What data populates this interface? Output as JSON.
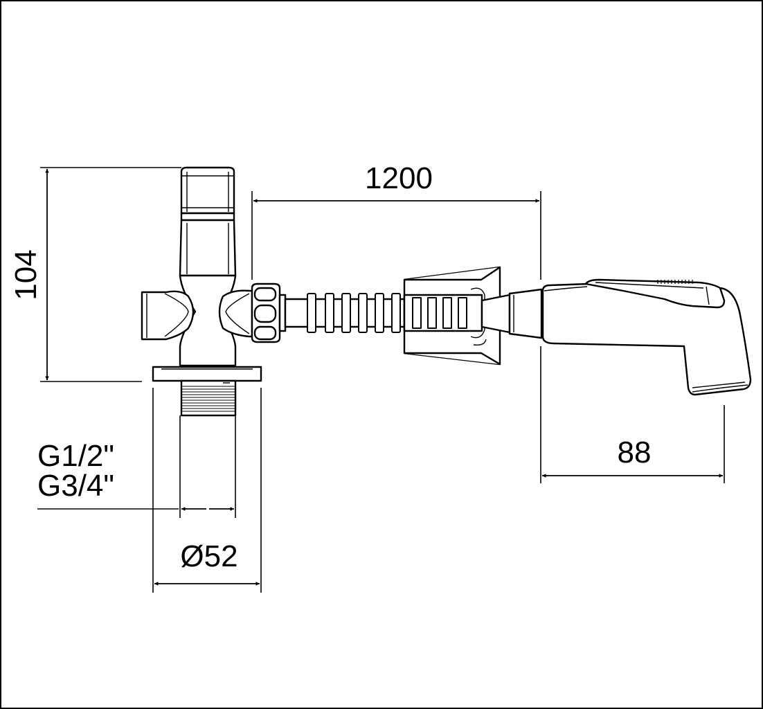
{
  "dimensions": {
    "height": "104",
    "hose_length": "1200",
    "handset_length": "88",
    "thread_1": "G1/2\"",
    "thread_2": "G3/4\"",
    "flange_diameter": "Ø52"
  },
  "colors": {
    "line": "#000000",
    "background": "#ffffff"
  }
}
